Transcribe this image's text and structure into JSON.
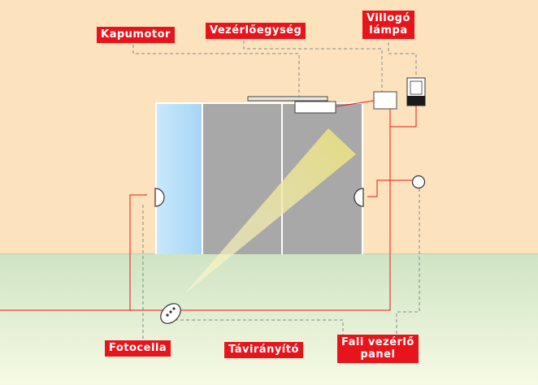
{
  "labels": {
    "kapumotor": "Kapumotor",
    "vezerloegyseg": "Vezérlőegység",
    "villogo_lampa": "Villogó\nlámpa",
    "fotocella": "Fotocella",
    "taviranyito": "Távirányító",
    "fali_vezerlo_panel": "Fali vezérlő\npanel"
  },
  "colors": {
    "wall": "#fde3bd",
    "ground_top": "#cfe4c3",
    "ground_bottom": "#f6fae4",
    "label_bg": "#e8141c",
    "wire": "#e8141c",
    "leader": "#888888",
    "glass_panel": "#b3dcf7",
    "gate_panel": "#a8a8a8",
    "beam": "#f2ee9c"
  }
}
